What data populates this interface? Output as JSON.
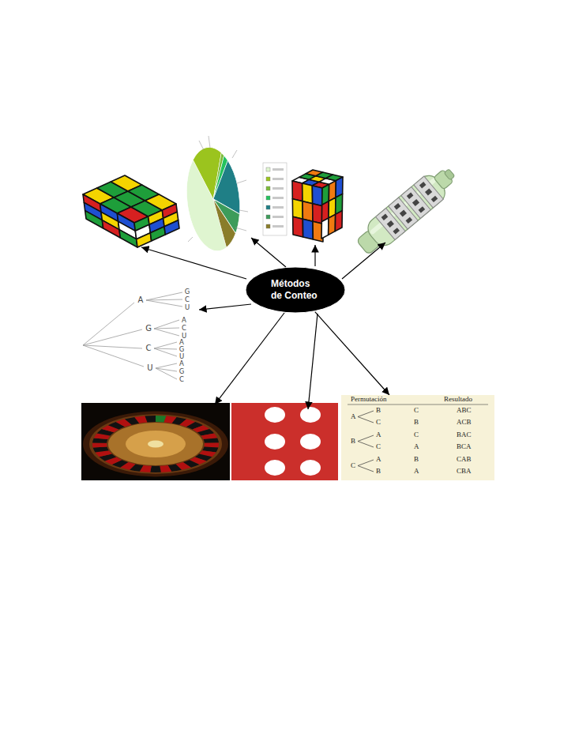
{
  "diagram": {
    "nodes": [
      {
        "text": [
          "Métodos de Conteo"
        ]
      },
      {
        "text": [
          "Permutación",
          "Resultado",
          "B",
          "C",
          "ABC",
          "A",
          "C",
          "B",
          "ACB",
          "A",
          "C",
          "BAC",
          "B",
          "C",
          "A",
          "BCA",
          "A",
          "B",
          "CAB",
          "C",
          "B",
          "A",
          "CBA"
        ]
      }
    ],
    "edges": [
      {
        "from": 0,
        "to": 1,
        "arrow": "to"
      }
    ],
    "labels": [
      "A",
      "G",
      "C",
      "U",
      "G",
      "A",
      "C",
      "U",
      "C",
      "A",
      "G",
      "U",
      "U",
      "A",
      "G",
      "C"
    ]
  }
}
